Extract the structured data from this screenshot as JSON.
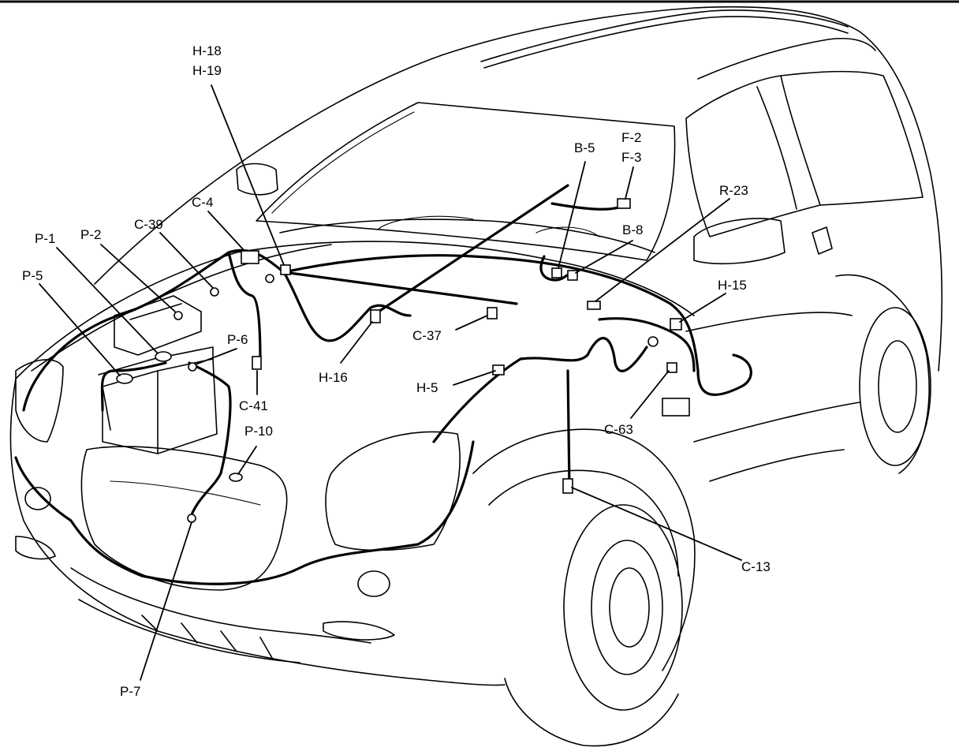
{
  "diagram": {
    "callouts": [
      {
        "id": "h18",
        "lines": [
          "H-18",
          "H-19"
        ]
      },
      {
        "id": "b5",
        "lines": [
          "B-5"
        ]
      },
      {
        "id": "f2",
        "lines": [
          "F-2",
          "F-3"
        ]
      },
      {
        "id": "r23",
        "lines": [
          "R-23"
        ]
      },
      {
        "id": "c4",
        "lines": [
          "C-4"
        ]
      },
      {
        "id": "c39",
        "lines": [
          "C-39"
        ]
      },
      {
        "id": "p1",
        "lines": [
          "P-1"
        ]
      },
      {
        "id": "p2",
        "lines": [
          "P-2"
        ]
      },
      {
        "id": "p5",
        "lines": [
          "P-5"
        ]
      },
      {
        "id": "b8",
        "lines": [
          "B-8"
        ]
      },
      {
        "id": "h15",
        "lines": [
          "H-15"
        ]
      },
      {
        "id": "p6",
        "lines": [
          "P-6"
        ]
      },
      {
        "id": "c37",
        "lines": [
          "C-37"
        ]
      },
      {
        "id": "h16",
        "lines": [
          "H-16"
        ]
      },
      {
        "id": "c41",
        "lines": [
          "C-41"
        ]
      },
      {
        "id": "h5",
        "lines": [
          "H-5"
        ]
      },
      {
        "id": "p10",
        "lines": [
          "P-10"
        ]
      },
      {
        "id": "c63",
        "lines": [
          "C-63"
        ]
      },
      {
        "id": "c13",
        "lines": [
          "C-13"
        ]
      },
      {
        "id": "p7",
        "lines": [
          "P-7"
        ]
      }
    ]
  }
}
